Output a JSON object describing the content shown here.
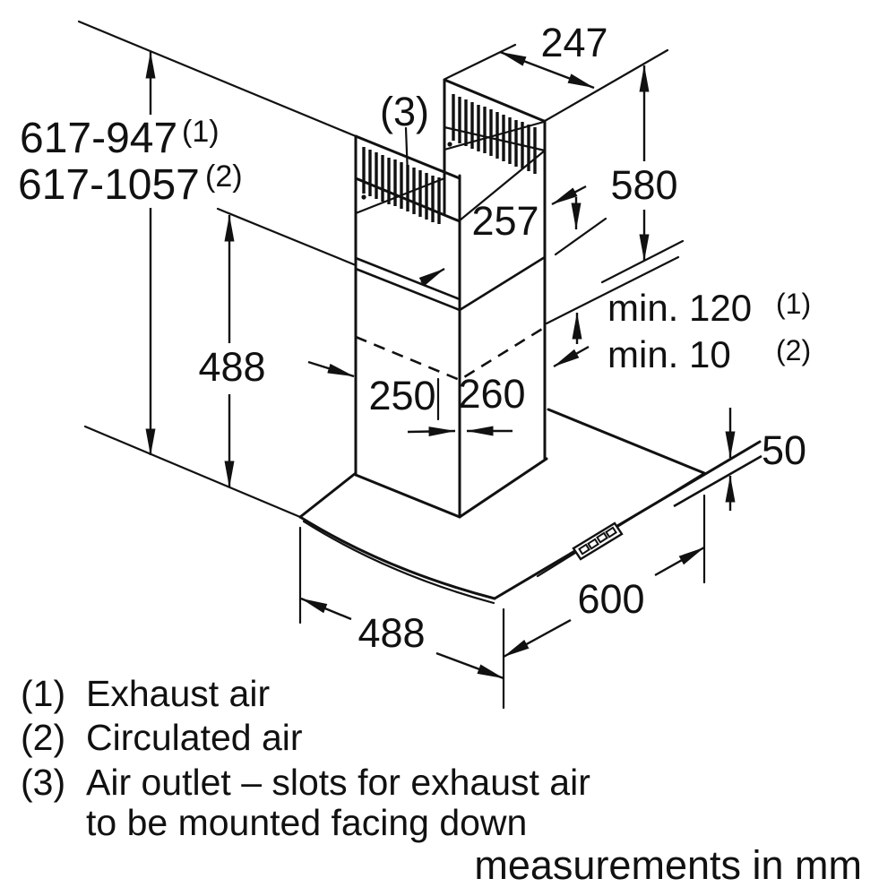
{
  "diagram": {
    "ink": "#111111",
    "dims": {
      "height_range_exhaust": {
        "value": "617-947",
        "ref": "(1)"
      },
      "height_range_circulated": {
        "value": "617-1057",
        "ref": "(2)"
      },
      "outlet_label": "(3)",
      "top_depth": "247",
      "upper_chimney_height": "580",
      "chimney_overlap": "257",
      "min_clearance_exhaust": {
        "value": "min. 120",
        "ref": "(1)"
      },
      "min_clearance_circulated": {
        "value": "min. 10",
        "ref": "(2)"
      },
      "duct_depth": "250",
      "duct_width": "260",
      "lower_chimney_height": "488",
      "glass_edge_thickness": "50",
      "hood_depth": "488",
      "hood_width": "600"
    },
    "legend": {
      "items": [
        {
          "ref": "(1)",
          "text": "Exhaust air"
        },
        {
          "ref": "(2)",
          "text": "Circulated air"
        },
        {
          "ref": "(3)",
          "text": "Air outlet – slots for exhaust air"
        },
        {
          "ref": "",
          "text": "to be mounted facing down"
        }
      ]
    },
    "footer": "measurements in mm"
  }
}
